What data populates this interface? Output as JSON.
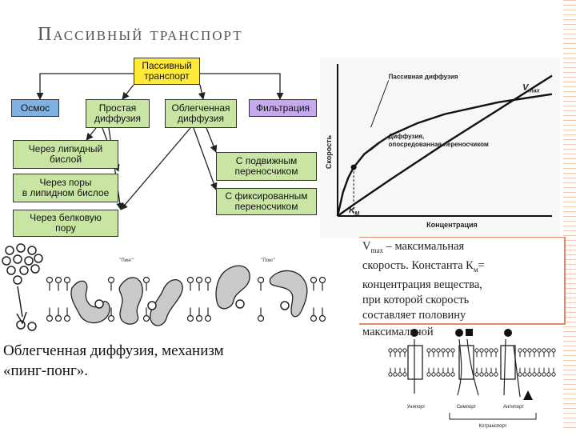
{
  "slide": {
    "title": "Пассивный транспорт"
  },
  "tree": {
    "root": [
      "Пассивный",
      "транспорт"
    ],
    "osmos": "Осмос",
    "simple_diffusion": [
      "Простая",
      "диффузия"
    ],
    "facilitated_diffusion": [
      "Облегченная",
      "диффузия"
    ],
    "filtration": "Фильтрация",
    "via_lipid_bilayer": [
      "Через липидный",
      "бислой"
    ],
    "via_pores": [
      "Через поры",
      "в липидном бислое"
    ],
    "via_protein_pore": [
      "Через белковую",
      "пору"
    ],
    "mobile_carriers": [
      "С подвижным",
      "переносчиком"
    ],
    "fixed_carriers": [
      "С фиксированным",
      "переносчиком"
    ],
    "colors": {
      "yellow": "#ffea3a",
      "green": "#c9e5a3",
      "blue": "#7fb1e2",
      "violet": "#c5a8ee"
    }
  },
  "chart_data": {
    "type": "line",
    "xlabel": "Концентрация",
    "ylabel": "Скорость",
    "x_tick_labels": [
      "K_M"
    ],
    "km_label": "K",
    "km_subscript": "M",
    "vmax_label": "V",
    "vmax_subscript": "max",
    "series": [
      {
        "name": "Пассивная диффузия",
        "x": [
          0,
          0.3,
          1,
          2,
          3,
          4
        ],
        "y": [
          0,
          0.155,
          0.5,
          0.98,
          1.44,
          1.9
        ]
      },
      {
        "name": "Диффузия, опосредованная переносчиком",
        "x": [
          0,
          0.1,
          0.2,
          0.3,
          0.5,
          0.75,
          1,
          1.5,
          2,
          3,
          4
        ],
        "y": [
          0,
          0.32,
          0.52,
          0.66,
          0.84,
          0.98,
          1.1,
          1.26,
          1.38,
          1.54,
          1.65
        ]
      }
    ]
  },
  "figure_labels": {
    "ping": "\"Пинг\"",
    "pong": "\"Понг\"",
    "uniport": "Унипорт",
    "symport": "Симпорт",
    "antiport": "Антипорт",
    "cotransport": "Котранспорт"
  },
  "caption": [
    "Облегченная диффузия, механизм",
    "«пинг-понг»."
  ],
  "note": {
    "line1_main": "V",
    "line1_sub": "max",
    "line1_rest": " – максимальная",
    "line2_main": "скорость. Константа К",
    "line2_sub": "м",
    "line2_rest": "=",
    "line3": "концентрация вещества,",
    "line4": "при которой скорость",
    "line5": "составляет половину",
    "line6": "максимальной"
  }
}
